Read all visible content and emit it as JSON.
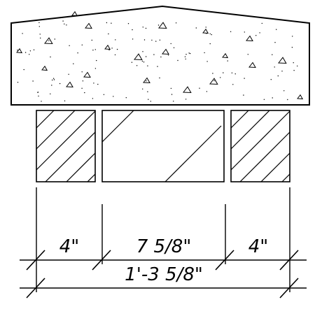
{
  "dimensions": {
    "left_block": "4\"",
    "center_block": "7 5/8\"",
    "right_block": "4\"",
    "overall": "1'-3 5/8\""
  },
  "colors": {
    "ink": "#000000",
    "background": "#ffffff"
  }
}
